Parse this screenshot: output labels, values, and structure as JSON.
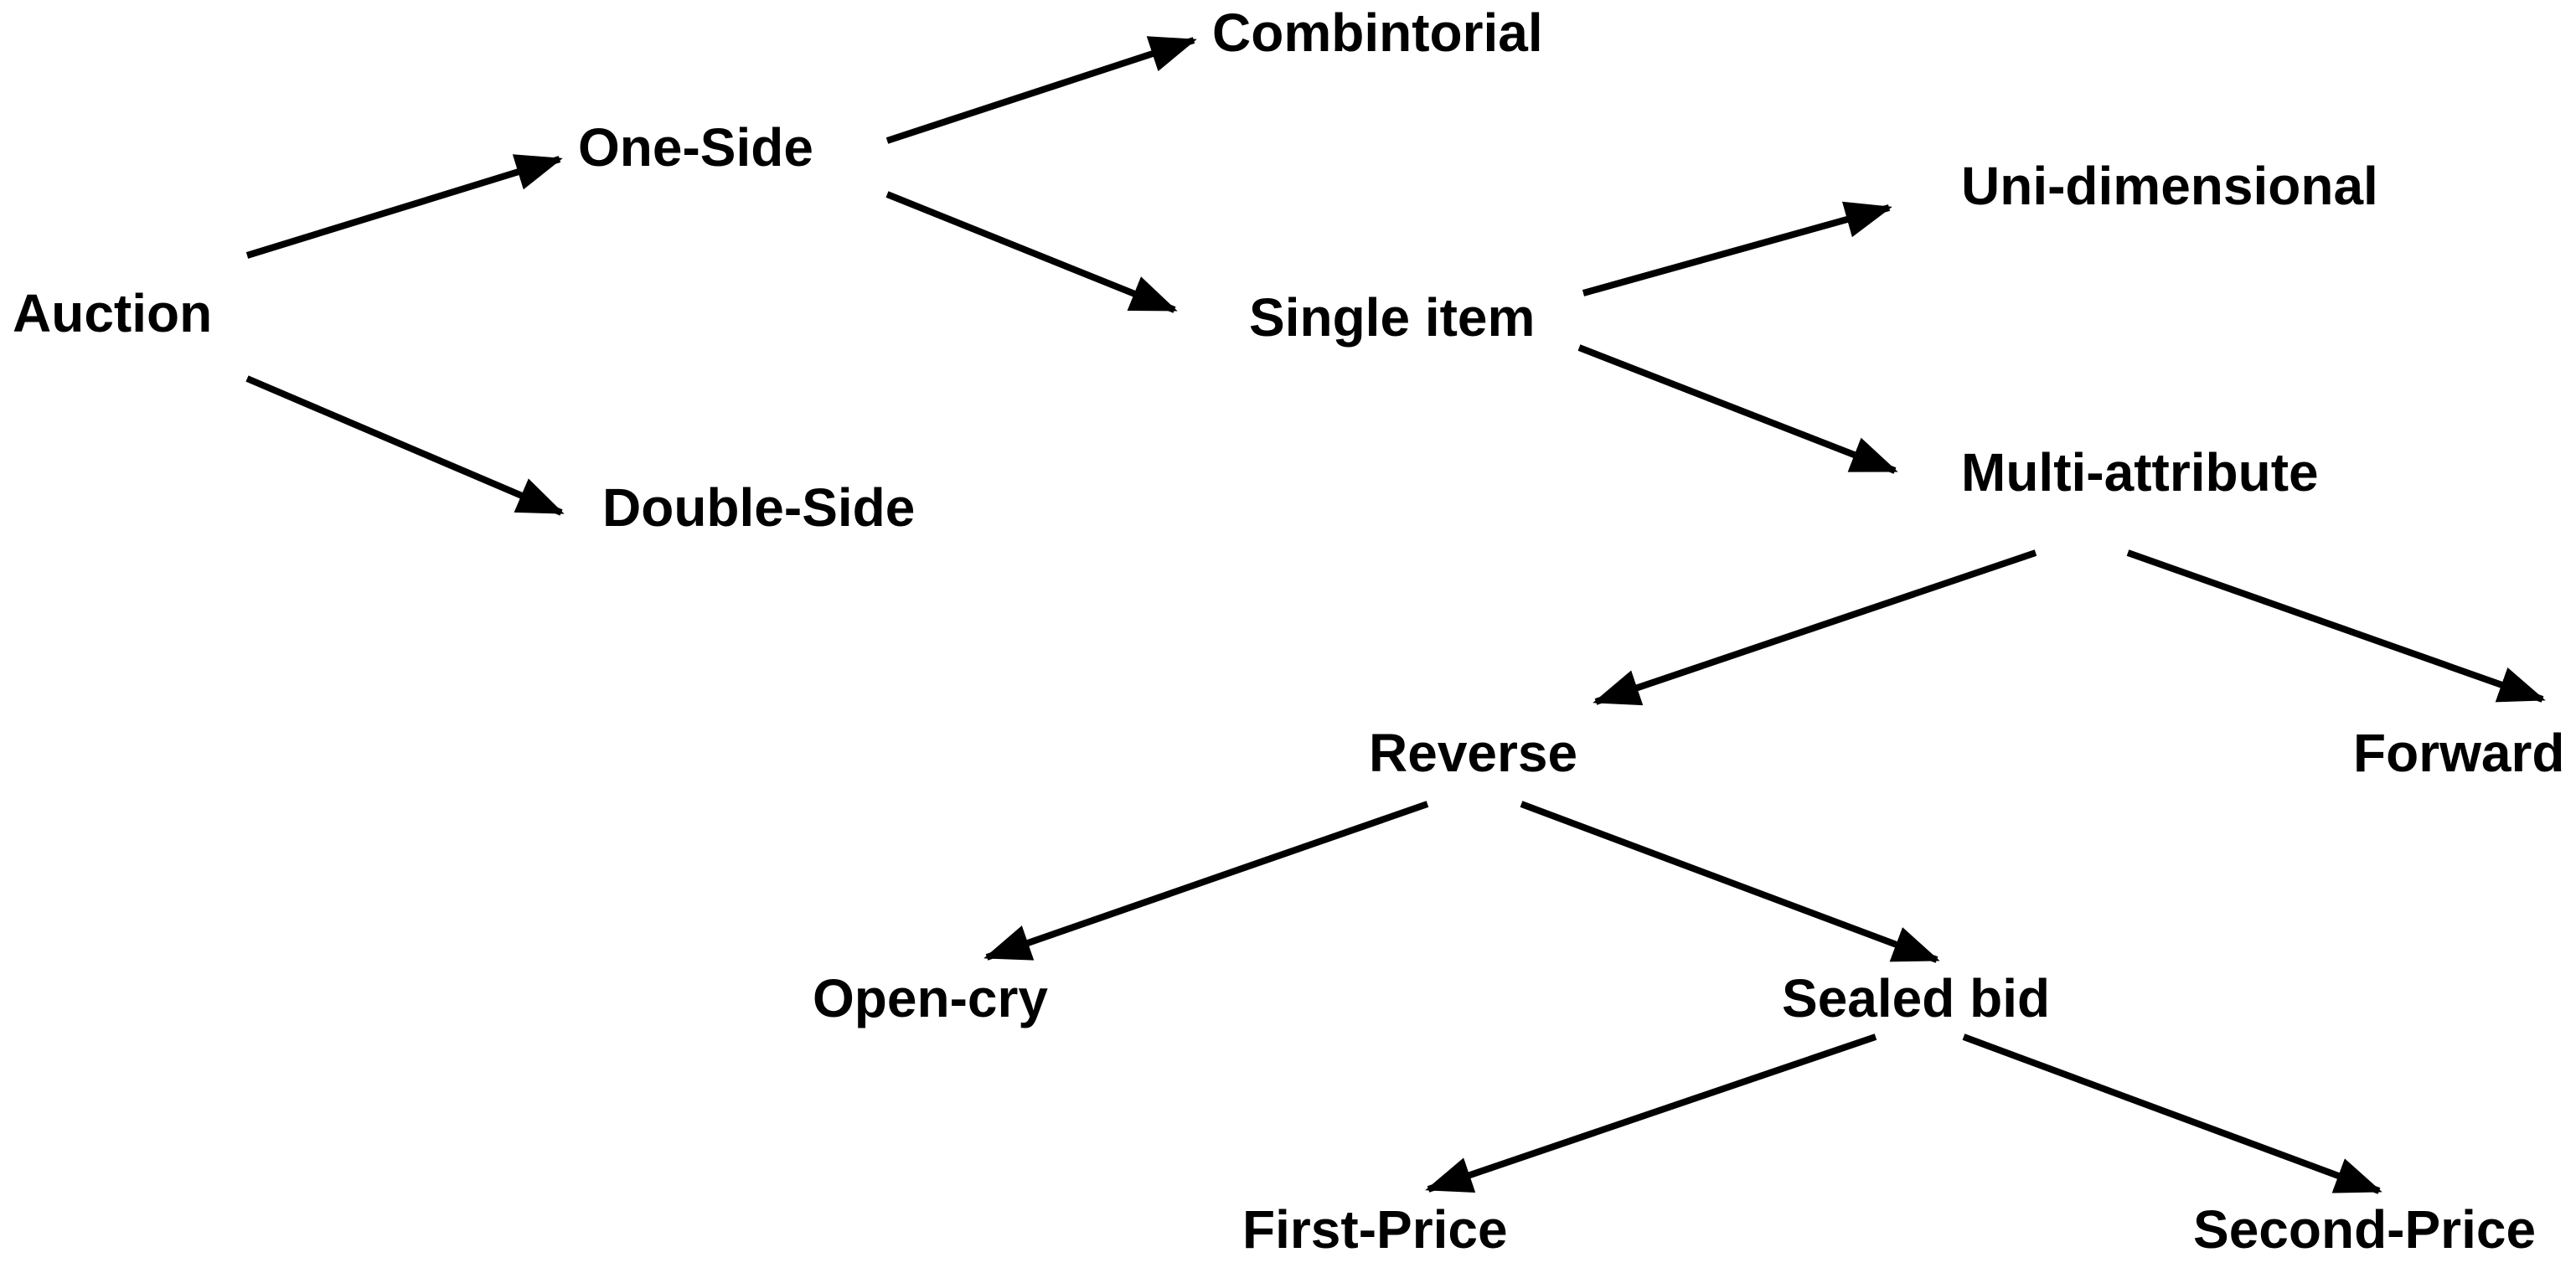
{
  "diagram": {
    "type": "tree",
    "background_color": "#ffffff",
    "text_color": "#000000",
    "arrow_color": "#000000",
    "root": "Auction",
    "nodes": {
      "auction": "Auction",
      "one_side": "One-Side",
      "double_side": "Double-Side",
      "combintorial": "Combintorial",
      "single_item": "Single item",
      "uni_dimensional": "Uni-dimensional",
      "multi_attribute": "Multi-attribute",
      "reverse": "Reverse",
      "forward": "Forward",
      "open_cry": "Open-cry",
      "sealed_bid": "Sealed bid",
      "first_price": "First-Price",
      "second_price": "Second-Price"
    },
    "edges": [
      {
        "from": "Auction",
        "to": "One-Side"
      },
      {
        "from": "Auction",
        "to": "Double-Side"
      },
      {
        "from": "One-Side",
        "to": "Combintorial"
      },
      {
        "from": "One-Side",
        "to": "Single item"
      },
      {
        "from": "Single item",
        "to": "Uni-dimensional"
      },
      {
        "from": "Single item",
        "to": "Multi-attribute"
      },
      {
        "from": "Multi-attribute",
        "to": "Reverse"
      },
      {
        "from": "Multi-attribute",
        "to": "Forward"
      },
      {
        "from": "Reverse",
        "to": "Open-cry"
      },
      {
        "from": "Reverse",
        "to": "Sealed bid"
      },
      {
        "from": "Sealed bid",
        "to": "First-Price"
      },
      {
        "from": "Sealed bid",
        "to": "Second-Price"
      }
    ]
  }
}
